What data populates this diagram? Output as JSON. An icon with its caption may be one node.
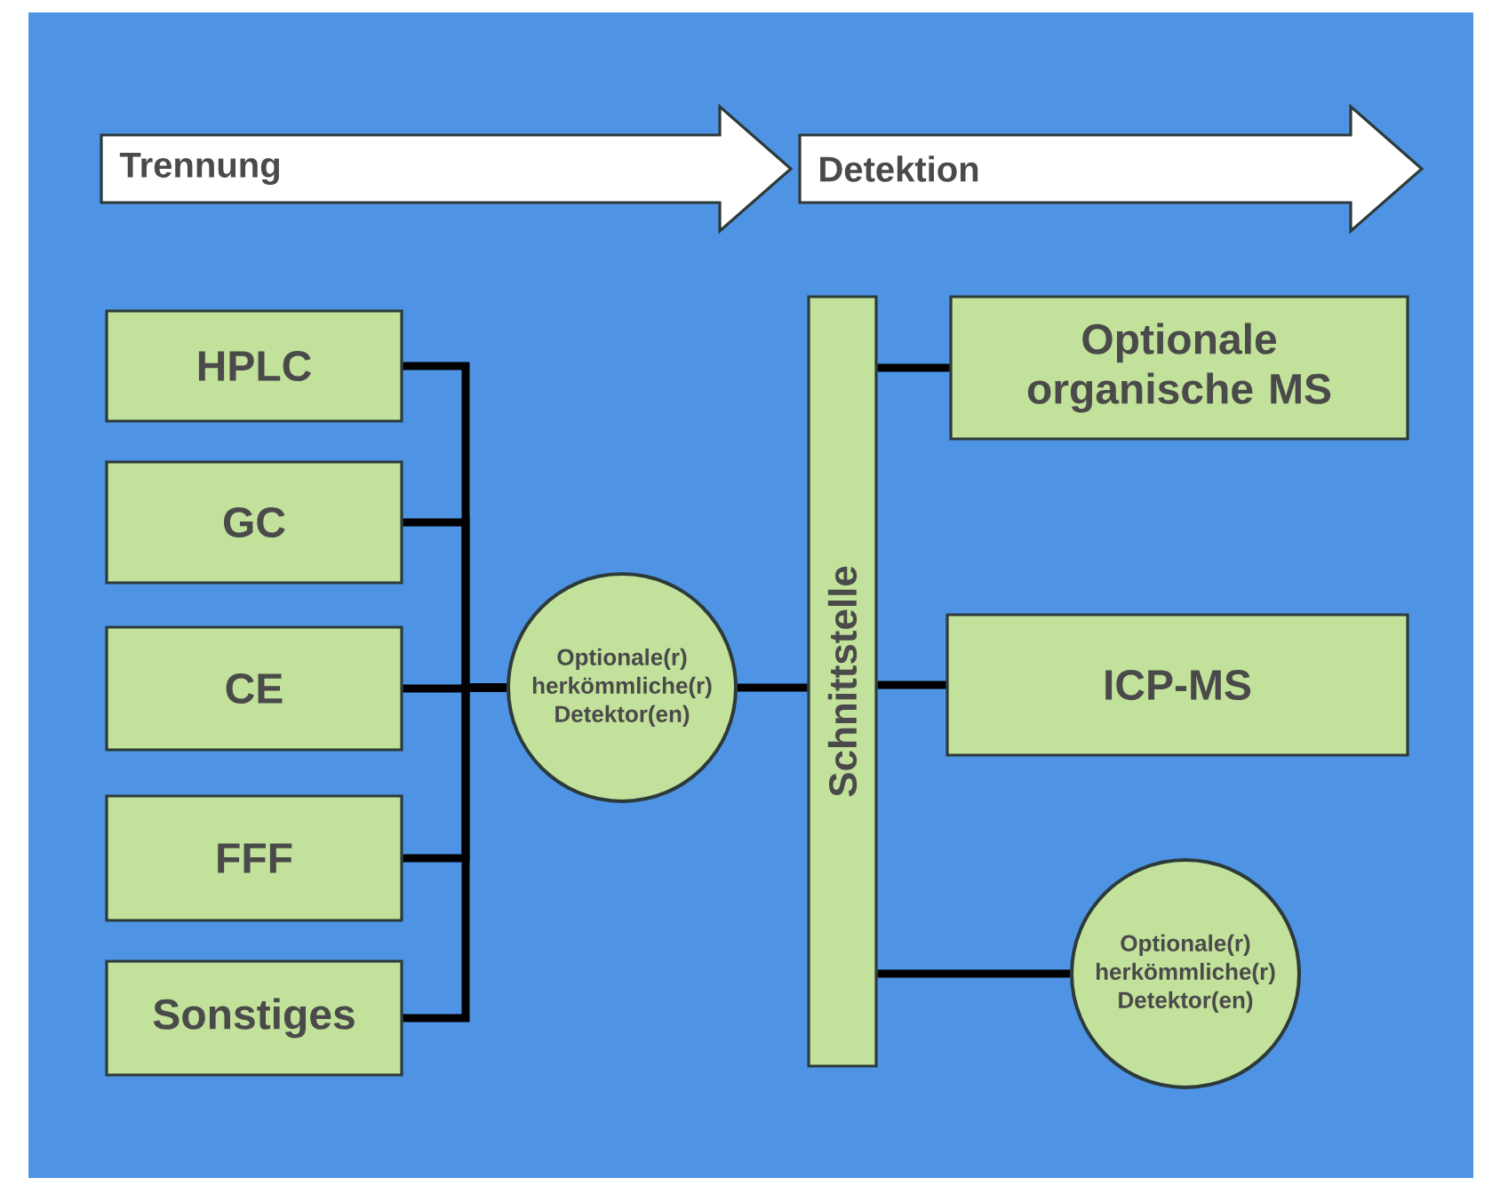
{
  "diagram": {
    "nodes": [
      {
        "text": [
          "Trennung"
        ]
      },
      {
        "text": [
          "Detektion"
        ]
      },
      {
        "text": [
          "HPLC"
        ]
      },
      {
        "text": [
          "GC"
        ]
      },
      {
        "text": [
          "CE"
        ]
      },
      {
        "text": [
          "FFF"
        ]
      },
      {
        "text": [
          "Sonstiges"
        ]
      },
      {
        "text": [
          "Optionale(r) herkömmliche(r) Detektor(en)"
        ]
      },
      {
        "text": [
          "Schnittstelle"
        ]
      },
      {
        "text": [
          "Optionale organische MS"
        ]
      },
      {
        "text": [
          "ICP-MS"
        ]
      },
      {
        "text": [
          "Optionale(r) herkömmliche(r) Detektor(en)"
        ]
      }
    ],
    "edges": [
      {
        "from": 2,
        "to": 7,
        "arrow": "none"
      },
      {
        "from": 3,
        "to": 7,
        "arrow": "none"
      },
      {
        "from": 4,
        "to": 7,
        "arrow": "none"
      },
      {
        "from": 5,
        "to": 7,
        "arrow": "none"
      },
      {
        "from": 6,
        "to": 7,
        "arrow": "none"
      },
      {
        "from": 7,
        "to": 8,
        "arrow": "none"
      },
      {
        "from": 8,
        "to": 9,
        "arrow": "none"
      },
      {
        "from": 8,
        "to": 10,
        "arrow": "none"
      },
      {
        "from": 8,
        "to": 11,
        "arrow": "none"
      }
    ]
  }
}
